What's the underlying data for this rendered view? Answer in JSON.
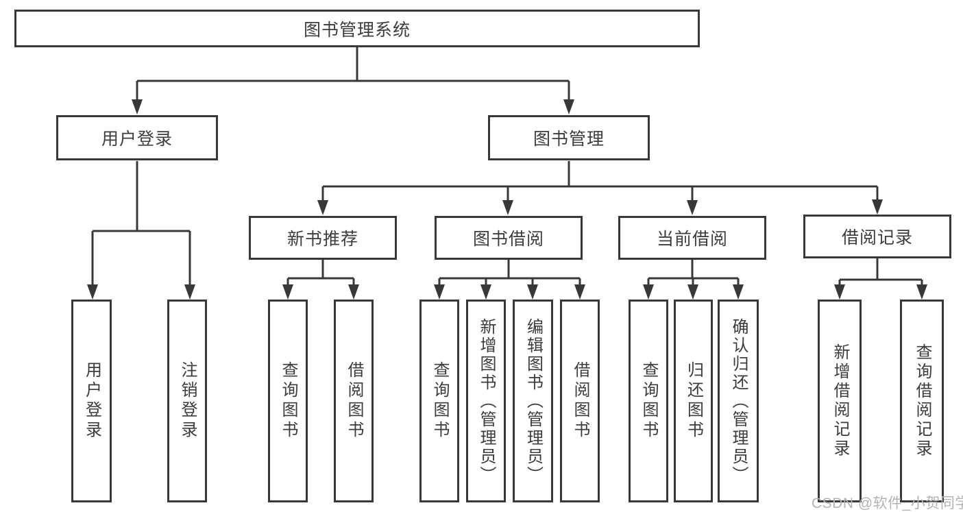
{
  "diagram_type": "tree-hierarchy",
  "colors": {
    "line": "#383838",
    "box_border": "#383838",
    "box_background": "#ffffff",
    "text": "#3c3c3c",
    "watermark_text": "#b3b3b3"
  },
  "tree": {
    "label": "图书管理系统",
    "children": [
      {
        "label": "用户登录",
        "children": [
          {
            "label": "用户登录"
          },
          {
            "label": "注销登录"
          }
        ]
      },
      {
        "label": "图书管理",
        "children": [
          {
            "label": "新书推荐",
            "children": [
              {
                "label": "查询图书"
              },
              {
                "label": "借阅图书"
              }
            ]
          },
          {
            "label": "图书借阅",
            "children": [
              {
                "label": "查询图书"
              },
              {
                "label": "新增图书（管理员）"
              },
              {
                "label": "编辑图书（管理员）"
              },
              {
                "label": "借阅图书"
              }
            ]
          },
          {
            "label": "当前借阅",
            "children": [
              {
                "label": "查询图书"
              },
              {
                "label": "归还图书"
              },
              {
                "label": "确认归还（管理员）"
              }
            ]
          },
          {
            "label": "借阅记录",
            "children": [
              {
                "label": "新增借阅记录"
              },
              {
                "label": "查询借阅记录"
              }
            ]
          }
        ]
      }
    ]
  },
  "watermark": {
    "text": "CSDN @软件_小贺同学"
  }
}
